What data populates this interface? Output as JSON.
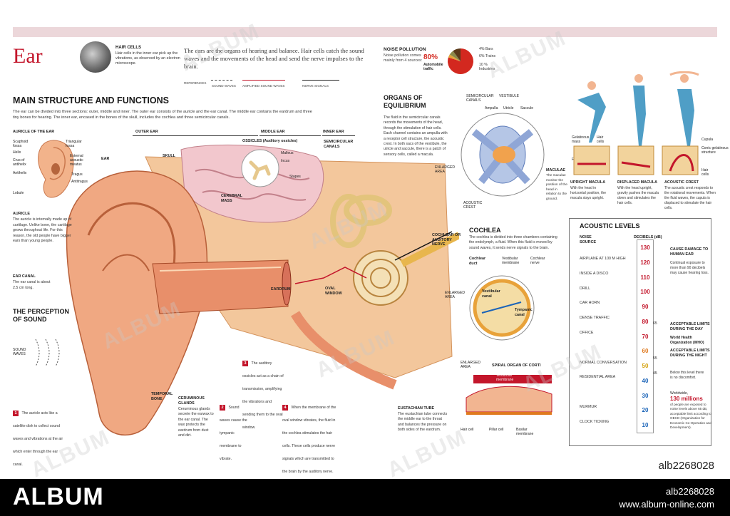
{
  "header": {
    "title": "Ear",
    "hair_cells_title": "HAIR CELLS",
    "hair_cells_text": "Hair cells in the inner ear pick up the vibrations, as observed by an electron microscope.",
    "intro": "The ears are the organs of hearing and balance. Hair cells catch the sound waves and the movements of the head and send the nerve impulses to the brain.",
    "references": [
      "REFERENCES",
      "SOUND WAVES",
      "AMPLIFIED SOUND WAVES",
      "NERVE SIGNALS"
    ]
  },
  "noise": {
    "title": "NOISE POLLUTION",
    "text": "Noise pollution comes mainly from 4 sources:",
    "main_pct": "80%",
    "main_source": "Automobile traffic",
    "legend": [
      "4% Bars",
      "6% Trains",
      "10 % Industries"
    ],
    "slices": [
      80,
      4,
      6,
      10
    ]
  },
  "main": {
    "title": "MAIN STRUCTURE AND FUNCTIONS",
    "text": "The ear can be divided into three sections: outer, middle and inner. The outer ear consists of the auricle and the ear canal. The middle ear contains the eardrum and three tiny bones for hearing. The inner ear, encased in the bones of the skull, includes the cochlea and three semicircular canals.",
    "sections": [
      "OUTER EAR",
      "MIDDLE EAR",
      "INNER EAR"
    ],
    "auricle_title": "AURICLE OF THE EAR",
    "auricle_labels": [
      "Scaphoid fossa",
      "Helix",
      "Crus of antihelix",
      "Antihelix",
      "Lobule",
      "Triangular fossa",
      "External acoustic meatus",
      "Tragus",
      "Antitragus"
    ],
    "labels": {
      "ear": "EAR",
      "skull": "SKULL",
      "ossicles": "OSSICLES (Auditory ossicles)",
      "malleus": "Malleus",
      "incus": "Incus",
      "stapes": "Stapes",
      "semicircular": "SEMICIRCULAR CANALS",
      "cerebral": "CEREBRAL MASS",
      "cochlear_nerve": "COCHLEAR OR AUDITORY NERVE",
      "eardrum": "EARDRUM",
      "oval_window": "OVAL WINDOW",
      "temporal_bone": "TEMPORAL BONE"
    },
    "auricle_title2": "AURICLE",
    "auricle_text": "The auricle is internally made up of cartilage. Unlike bone, the cartilage grows throughout life. For this reason, the old people have bigger ears than young people.",
    "canal_title": "EAR CANAL",
    "canal_text": "The ear canal is about 2.5 cm long.",
    "perception_title": "THE PERCEPTION OF SOUND",
    "sound_waves": "SOUND WAVES",
    "steps": [
      {
        "n": "1",
        "text": "The auricle acts like a satellite dish to collect sound waves and vibrations at the air which enter through the ear canal."
      },
      {
        "n": "2",
        "text": "Sound waves cause the tympanic membrane to vibrate."
      },
      {
        "n": "3",
        "text": "The auditory ossicles act as a chain of transmission, amplifying the vibrations and sending them to the oval window."
      },
      {
        "n": "4",
        "text": "When the membrane of the oval window vibrates, the fluid in the cochlea stimulates the hair cells. These cells produce nerve signals which are transmitted to the brain by the auditory nerve."
      }
    ],
    "ceruminous_title": "CERUMINOUS GLANDS",
    "ceruminous_text": "Ceruminous glands secrete the earwax to the ear canal. The wax protects the eardrum from dust and dirt.",
    "eustachian_title": "EUSTACHIAN TUBE",
    "eustachian_text": "The eustachian tube connects the middle ear to the throat and balances the pressure on both sides of the eardrum."
  },
  "equilibrium": {
    "title": "ORGANS OF EQUILIBRIUM",
    "text": "The fluid in the semicircular canals records the movements of the head, through the stimulation of hair cells. Each channel contains an ampulla with a receptor cell structure, the acoustic crest. In both sacs of the vestibule, the utricle and saccule, there is a patch of sensory cells, called a macula.",
    "labels": [
      "SEMICIRCULAR CANALS",
      "VESTIBULE",
      "Ampulla",
      "Utricle",
      "Saccule",
      "ENLARGED AREA",
      "ACOUSTIC CREST"
    ],
    "maculae_title": "MACULAE",
    "maculae_text": "The maculae monitor the position of the head in relation to the ground.",
    "fig_labels": [
      "Gelatinous mass",
      "Hair cells",
      "Fluid",
      "Cupula",
      "Conic gelatinous structure",
      "Hair cells"
    ],
    "captions": [
      {
        "title": "UPRIGHT MACULA",
        "text": "With the head in horizontal position, the macula stays upright."
      },
      {
        "title": "DISPLACED MACULA",
        "text": "With the head upright, gravity pushes the macula down and stimulates the hair cells."
      },
      {
        "title": "ACOUSTIC CREST",
        "text": "The acoustic crest responds to the rotational movements. When the fluid waves, the cupula is displaced to stimulate the hair cells."
      }
    ]
  },
  "cochlea": {
    "title": "COCHLEA",
    "text": "The cochlea is divided into three chambers containing the endolymph, a fluid. When this fluid is moved by sound waves, it sends nerve signals to the brain.",
    "labels": [
      "Cochlear duct",
      "Vestibular membrane",
      "Cochlear nerve",
      "ENLARGED AREA",
      "Vestibular canal",
      "Tympanic canal"
    ],
    "corti_title": "SPIRAL ORGAN OF CORTI",
    "corti_labels": [
      "ENLARGED AREA",
      "Vestibular membrane",
      "Hair cell",
      "Pillar cell",
      "Basilar membrane"
    ]
  },
  "acoustic": {
    "title": "ACOUSTIC LEVELS",
    "col_source": "NOISE SOURCE",
    "col_db": "DECIBELS (dB)",
    "levels": [
      130,
      120,
      110,
      100,
      90,
      80,
      70,
      60,
      50,
      40,
      30,
      20,
      10
    ],
    "sources": [
      {
        "db": 120,
        "text": "AIRPLANE AT 100 M HIGH"
      },
      {
        "db": 110,
        "text": "INSIDE A DISCO"
      },
      {
        "db": 100,
        "text": "DRILL"
      },
      {
        "db": 90,
        "text": "CAR HORN"
      },
      {
        "db": 80,
        "text": "DENSE TRAFFIC"
      },
      {
        "db": 70,
        "text": "OFFICE"
      },
      {
        "db": 50,
        "text": "NORMAL CONVERSATION"
      },
      {
        "db": 40,
        "text": "RESIDENTIAL AREA"
      },
      {
        "db": 20,
        "text": "MURMUR"
      },
      {
        "db": 10,
        "text": "CLOCK TICKING"
      }
    ],
    "damage_title": "CAUSE DAMAGE TO HUMAN EAR",
    "damage_text": "Continual exposure to more than 90 decibels may cause hearing loss.",
    "marks": [
      "65",
      "55",
      "45"
    ],
    "day_title": "ACCEPTABLE LIMITS DURING THE DAY",
    "day_text": "World Health Organization (WHO)",
    "night_title": "ACCEPTABLE LIMITS DURING THE NIGHT",
    "below_text": "Below this level there is no discomfort.",
    "worldwide": "Worldwide,",
    "millions": "130 millions",
    "worldwide_text": "of people are exposed to noise levels above 65 dB, acceptable limit according to OECD (Organization for Economic Co-Operation and Development).",
    "colors": {
      "red": "#c3162b",
      "orange": "#e07a1f",
      "yellow": "#d4a10c",
      "blue": "#1b64b8"
    }
  },
  "footer": {
    "logo": "ALBUM",
    "id": "alb2268028",
    "url": "www.album-online.com",
    "watermark": "ALBUM"
  }
}
